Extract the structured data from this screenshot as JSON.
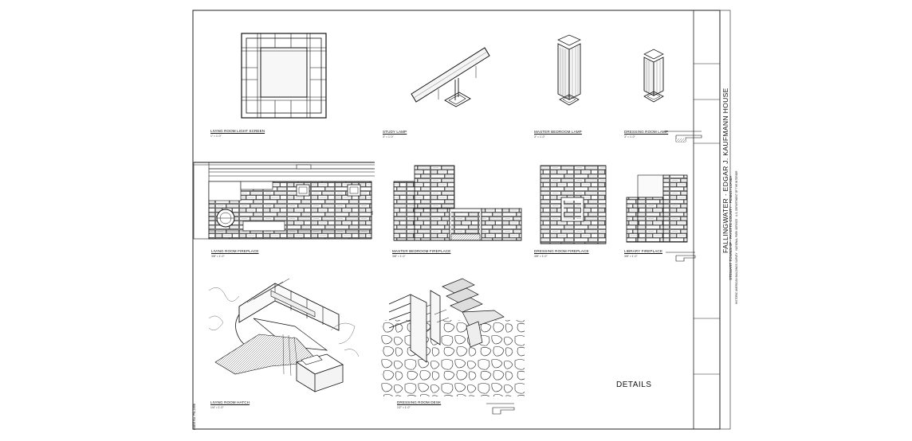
{
  "drawings": [
    {
      "id": "living-room-light-screen",
      "title": "LIVING ROOM LIGHT SCREEN",
      "scale": "1\" = 1'-0\""
    },
    {
      "id": "study-lamp",
      "title": "STUDY LAMP",
      "scale": "3\" = 1'-0\""
    },
    {
      "id": "master-bedroom-lamp",
      "title": "MASTER BEDROOM LAMP",
      "scale": "3\" = 1'-0\""
    },
    {
      "id": "dressing-room-lamp",
      "title": "DRESSING ROOM LAMP",
      "scale": "3\" = 1'-0\""
    },
    {
      "id": "living-room-fireplace",
      "title": "LIVING ROOM FIREPLACE",
      "scale": "3/8\" = 1'-0\""
    },
    {
      "id": "master-bedroom-fireplace",
      "title": "MASTER BEDROOM FIREPLACE",
      "scale": "3/8\" = 1'-0\""
    },
    {
      "id": "dressing-room-fireplace",
      "title": "DRESSING ROOM FIREPLACE",
      "scale": "3/8\" = 1'-0\""
    },
    {
      "id": "library-fireplace",
      "title": "LIBRARY FIREPLACE",
      "scale": "3/8\" = 1'-0\""
    },
    {
      "id": "living-room-hatch",
      "title": "LIVING ROOM HATCH",
      "scale": "1/4\" = 1'-0\""
    },
    {
      "id": "dressing-room-desk",
      "title": "DRESSING ROOM DESK",
      "scale": "1/2\" = 1'-0\""
    }
  ],
  "sheet_label": "DETAILS",
  "title_block": {
    "project": "FALLINGWATER · EDGAR J. KAUFMANN HOUSE",
    "location": "STEWART TOWNSHIP · FAYETTE COUNTY · PENNSYLVANIA",
    "credits": "HISTORIC AMERICAN BUILDINGS SURVEY · NATIONAL PARK SERVICE · U.S. DEPARTMENT OF THE INTERIOR"
  },
  "side_note": "HABS No. PA-1696",
  "colors": {
    "ink": "#1a1a1a",
    "paper": "#ffffff",
    "stone": "#f2f2f2"
  }
}
